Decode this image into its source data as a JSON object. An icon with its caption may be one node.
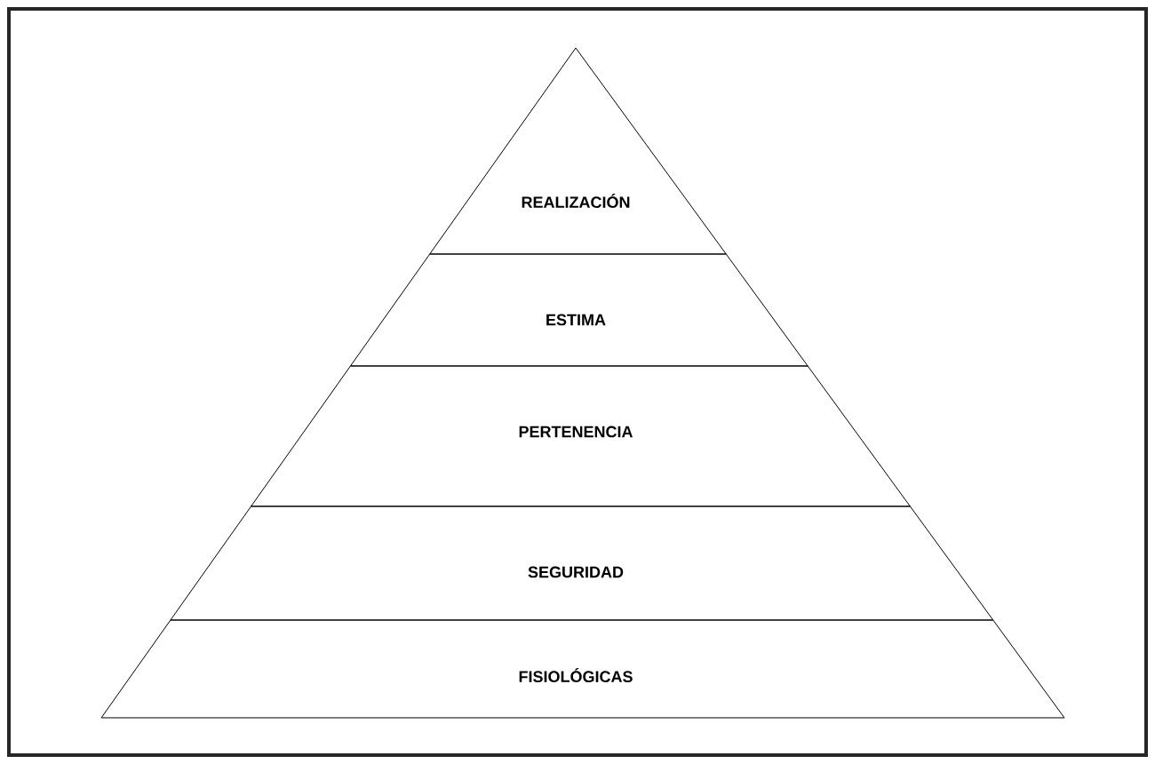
{
  "diagram": {
    "nodes": [
      {
        "text": [
          "REALIZACIÓN"
        ]
      },
      {
        "text": [
          "ESTIMA"
        ]
      },
      {
        "text": [
          "PERTENENCIA"
        ]
      },
      {
        "text": [
          "SEGURIDAD"
        ]
      },
      {
        "text": [
          "FISIOLÓGICAS"
        ]
      }
    ]
  }
}
